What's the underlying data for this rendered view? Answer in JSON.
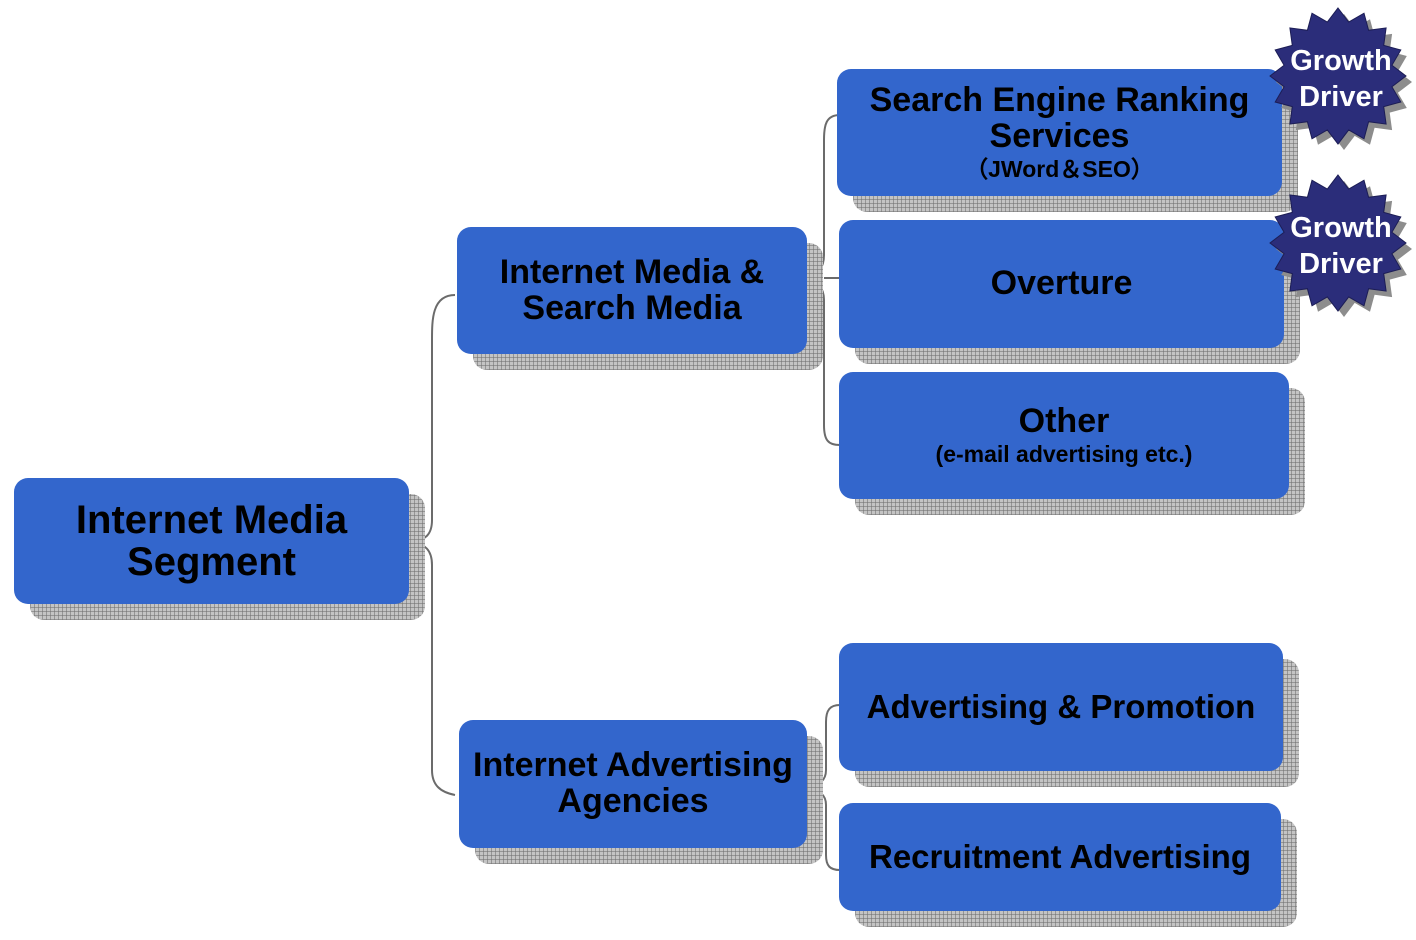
{
  "diagram": {
    "root": {
      "label_line1": "Internet Media",
      "label_line2": "Segment"
    },
    "media": {
      "label_line1": "Internet Media &",
      "label_line2": "Search Media"
    },
    "agencies": {
      "label_line1": "Internet Advertising",
      "label_line2": "Agencies"
    },
    "seo": {
      "label_line1": "Search Engine Ranking",
      "label_line2": "Services",
      "sub": "（JWord＆SEO）"
    },
    "overture": {
      "label": "Overture"
    },
    "other": {
      "label": "Other",
      "sub": "(e-mail advertising etc.)"
    },
    "promotion": {
      "label": "Advertising & Promotion"
    },
    "recruitment": {
      "label": "Recruitment Advertising"
    },
    "badges": [
      {
        "line1": "Growth",
        "line2": "Driver"
      },
      {
        "line1": "Growth",
        "line2": "Driver"
      }
    ]
  },
  "colors": {
    "box": "#3366cc",
    "badge": "#2b2d7a",
    "text": "#000000",
    "badge_text": "#ffffff",
    "connector": "#666666"
  }
}
